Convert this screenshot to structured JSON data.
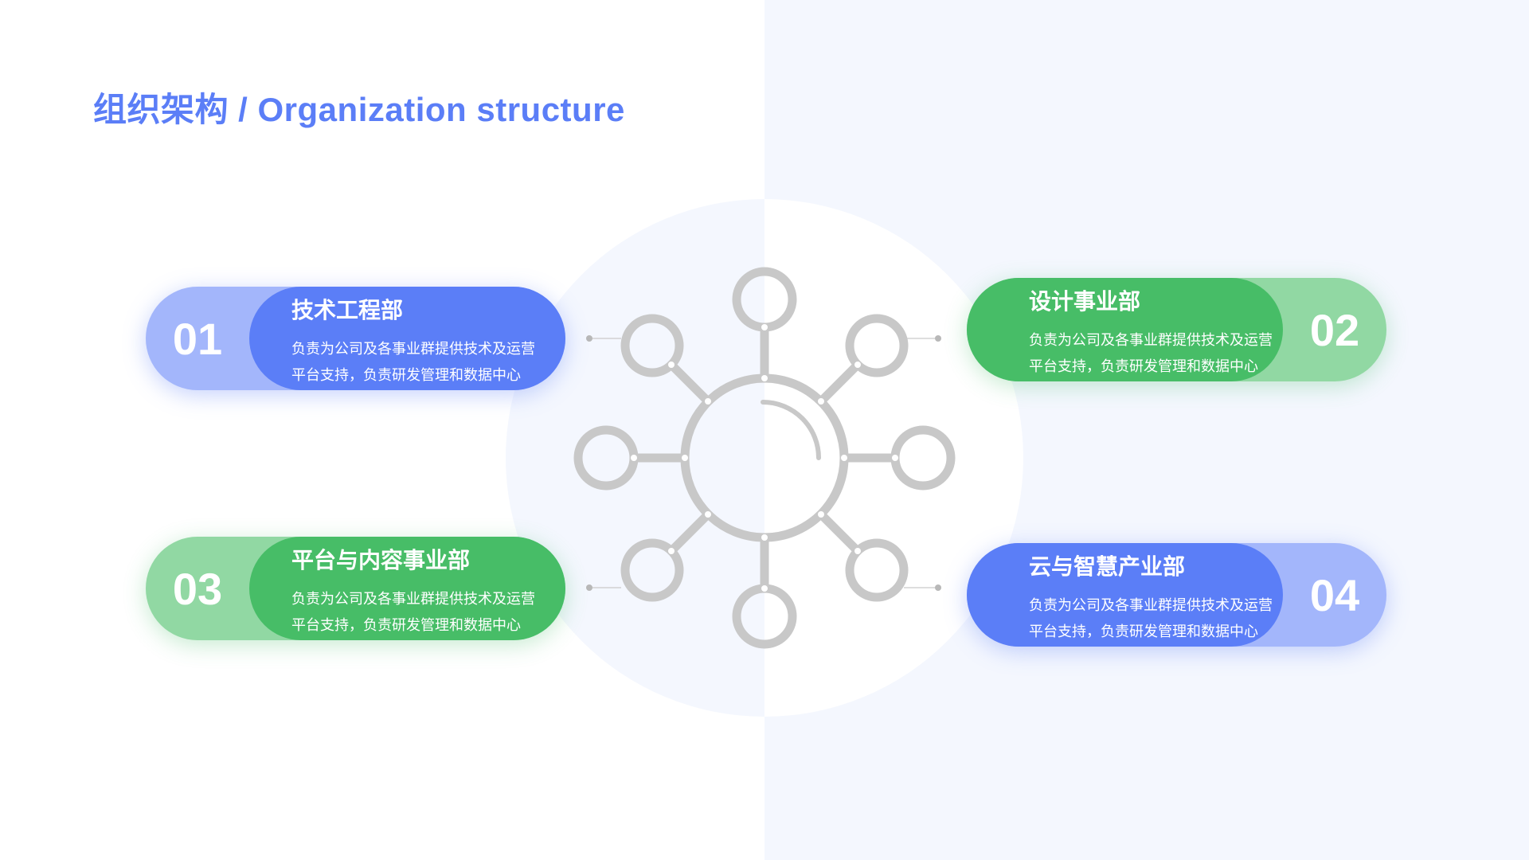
{
  "title": "组织架构 / Organization structure",
  "colors": {
    "blue": "#5b7ef7",
    "blue_light": "#a3b6fb",
    "green": "#47bd67",
    "green_light": "#91d8a3",
    "icon_gray": "#c8c8c8",
    "bg_panel": "#f4f7fe"
  },
  "center_icon": "network-hub-icon",
  "departments": [
    {
      "number": "01",
      "name": "技术工程部",
      "desc_line1": "负责为公司及各事业群提供技术及运营",
      "desc_line2": "平台支持，负责研发管理和数据中心",
      "color": "blue"
    },
    {
      "number": "02",
      "name": "设计事业部",
      "desc_line1": "负责为公司及各事业群提供技术及运营",
      "desc_line2": "平台支持，负责研发管理和数据中心",
      "color": "green"
    },
    {
      "number": "03",
      "name": "平台与内容事业部",
      "desc_line1": "负责为公司及各事业群提供技术及运营",
      "desc_line2": "平台支持，负责研发管理和数据中心",
      "color": "green"
    },
    {
      "number": "04",
      "name": "云与智慧产业部",
      "desc_line1": "负责为公司及各事业群提供技术及运营",
      "desc_line2": "平台支持，负责研发管理和数据中心",
      "color": "blue"
    }
  ]
}
